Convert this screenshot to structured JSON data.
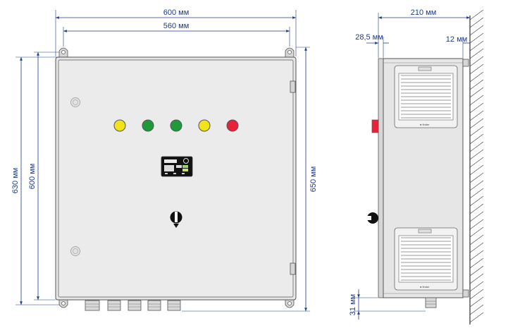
{
  "dimensions": {
    "width_outer": "600 мм",
    "width_inner": "560 мм",
    "height_inner": "600 мм",
    "height_outer": "630 мм",
    "height_total": "650 мм",
    "depth": "210 мм",
    "door_offset": "28,5 мм",
    "wall_gap": "12 мм",
    "bottom_offset": "31 мм"
  },
  "lamps": [
    {
      "color": "#f2e21a"
    },
    {
      "color": "#1f9a3a"
    },
    {
      "color": "#1f9a3a"
    },
    {
      "color": "#f2e21a"
    },
    {
      "color": "#e8223a"
    }
  ],
  "colors": {
    "dimension": "#1f3b8c",
    "enclosure": "#e6e6e6",
    "outline": "#555555",
    "side_button": "#e8223a"
  },
  "icons": [
    "lock-icon",
    "rotary-switch-icon",
    "controller-display-icon",
    "cable-gland-icon",
    "fan-filter-grille-icon"
  ]
}
